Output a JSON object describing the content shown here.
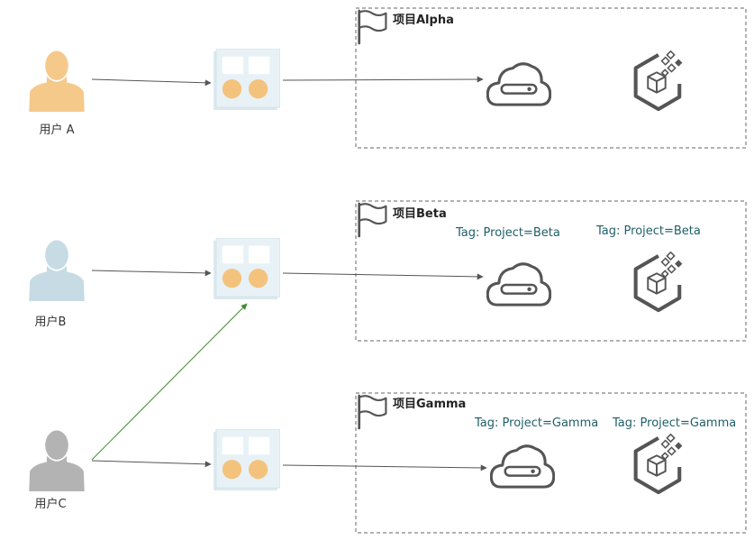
{
  "users": [
    {
      "label": "用户 A",
      "color": "#f5c98a"
    },
    {
      "label": "用户B",
      "color": "#c6dbe3"
    },
    {
      "label": "用户C",
      "color": "#b3b3b3"
    }
  ],
  "projects": [
    {
      "label": "项目Alpha",
      "tags": []
    },
    {
      "label": "项目Beta",
      "tags": [
        "Tag: Project=Beta",
        "Tag: Project=Beta"
      ]
    },
    {
      "label": "项目Gamma",
      "tags": [
        "Tag: Project=Gamma",
        "Tag: Project=Gamma"
      ]
    }
  ],
  "colors": {
    "arrow": "#555555",
    "arrow_highlight": "#3e8e2e",
    "dashed_border": "#666666",
    "tag_text": "#1f5f66",
    "group_panel": "#e8f2f6",
    "group_circle": "#f3c37e",
    "icon_stroke": "#555555"
  },
  "icons": {
    "user": "user-silhouette-icon",
    "group": "user-group-icon",
    "cloud": "cloud-storage-icon",
    "hexagon": "hexagon-cube-icon",
    "flag": "flag-icon"
  }
}
